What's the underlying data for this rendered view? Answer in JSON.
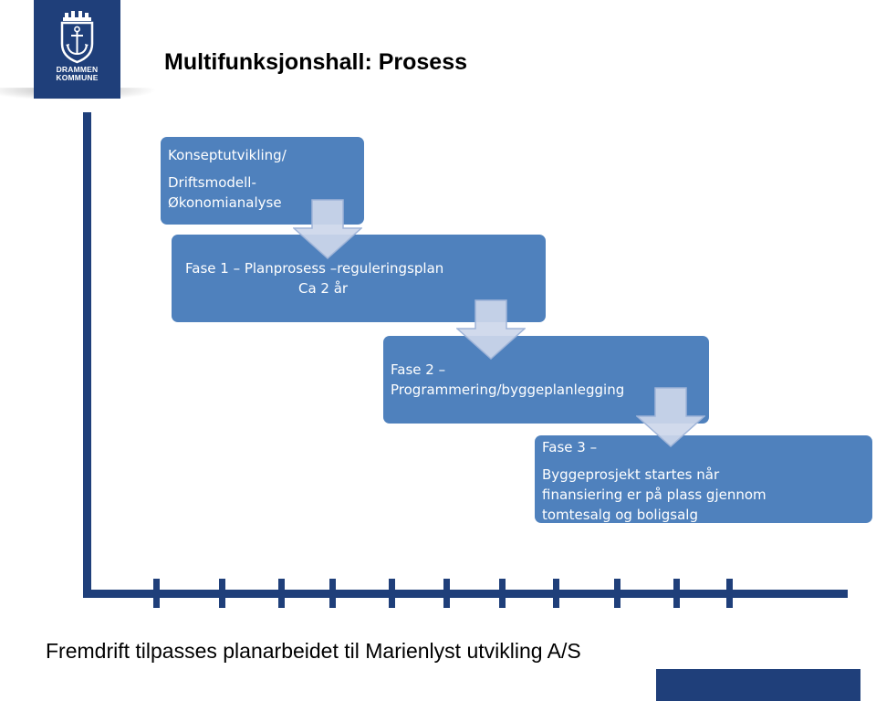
{
  "header": {
    "logo": {
      "line1": "DRAMMEN",
      "line2": "KOMMUNE",
      "color": "#1f3f7a"
    },
    "title": "Multifunksjonshall: Prosess"
  },
  "phases": [
    {
      "lines": [
        "Konseptutvikling/",
        "Driftsmodell-",
        "Økonomianalyse"
      ]
    },
    {
      "lines": [
        "Fase 1 – Planprosess –reguleringsplan",
        "Ca 2 år"
      ]
    },
    {
      "lines": [
        "Fase 2 –",
        "Programmering/byggeplanlegging"
      ]
    },
    {
      "lines": [
        "Fase 3 –",
        "Byggeprosjekt  startes når",
        "finansiering er på plass gjennom",
        "tomtesalg og boligsalg"
      ]
    }
  ],
  "arrows": [
    "down-arrow",
    "down-arrow",
    "down-arrow"
  ],
  "timeline": {
    "tick_count": 11
  },
  "footer": {
    "text": "Fremdrift tilpasses planarbeidet til Marienlyst utvikling A/S"
  },
  "colors": {
    "box": "#4f81bd",
    "axis": "#1f3f7a",
    "arrow_fill": "#cdd7ea",
    "arrow_stroke": "#9fb4d8"
  }
}
